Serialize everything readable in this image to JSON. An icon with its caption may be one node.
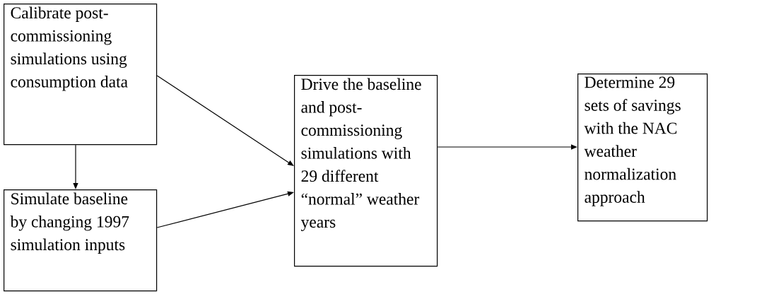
{
  "diagram": {
    "nodes": [
      {
        "text": [
          "Calibrate post-commissioning simulations using consumption data"
        ]
      },
      {
        "text": [
          "Simulate baseline by changing 1997 simulation inputs"
        ]
      },
      {
        "text": [
          "Drive the baseline and post-commissioning simulations with 29 different “normal” weather years"
        ]
      },
      {
        "text": [
          "Determine 29 sets of savings with the NAC weather normalization approach"
        ]
      }
    ],
    "edges": [
      {
        "from": 0,
        "to": 2,
        "arrow": "to"
      },
      {
        "from": 0,
        "to": 1,
        "arrow": "to"
      },
      {
        "from": 1,
        "to": 2,
        "arrow": "to"
      },
      {
        "from": 2,
        "to": 3,
        "arrow": "to"
      }
    ]
  }
}
